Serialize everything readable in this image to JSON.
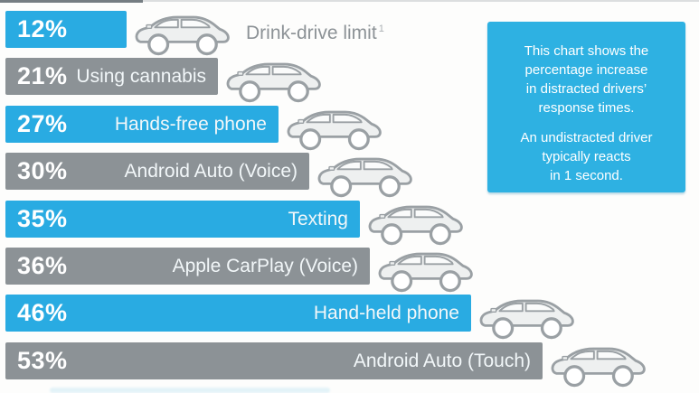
{
  "colors": {
    "blue_bar": "#29abe2",
    "gray_bar": "#8c9296",
    "info_box_bg": "#2eb1e2",
    "bar_text": "#ffffff",
    "outside_label_text": "#8c9296"
  },
  "chart_data": {
    "type": "bar",
    "orientation": "horizontal",
    "unit": "%",
    "categories": [
      "Drink-drive limit",
      "Using cannabis",
      "Hands-free phone",
      "Android Auto (Voice)",
      "Texting",
      "Apple CarPlay (Voice)",
      "Hand-held phone",
      "Android Auto (Touch)"
    ],
    "values": [
      12,
      21,
      27,
      30,
      35,
      36,
      46,
      53
    ],
    "value_labels": [
      "12%",
      "21%",
      "27%",
      "30%",
      "35%",
      "36%",
      "46%",
      "53%"
    ],
    "title": "",
    "xlabel": "",
    "ylabel": "",
    "legend": [],
    "grid": false,
    "annotation": "This chart shows the percentage increase in distracted drivers' response times. An undistracted driver typically reacts in 1 second."
  },
  "bars": [
    {
      "pct": "12%",
      "label": "Drink-drive limit",
      "footnote": "1",
      "value": 12,
      "color": "blue",
      "label_position": "outside"
    },
    {
      "pct": "21%",
      "label": "Using cannabis",
      "value": 21,
      "color": "gray",
      "label_position": "inside"
    },
    {
      "pct": "27%",
      "label": "Hands-free phone",
      "value": 27,
      "color": "blue",
      "label_position": "inside"
    },
    {
      "pct": "30%",
      "label": "Android Auto (Voice)",
      "value": 30,
      "color": "gray",
      "label_position": "inside"
    },
    {
      "pct": "35%",
      "label": "Texting",
      "value": 35,
      "color": "blue",
      "label_position": "inside"
    },
    {
      "pct": "36%",
      "label": "Apple CarPlay (Voice)",
      "value": 36,
      "color": "gray",
      "label_position": "inside"
    },
    {
      "pct": "46%",
      "label": "Hand-held phone",
      "value": 46,
      "color": "blue",
      "label_position": "inside"
    },
    {
      "pct": "53%",
      "label": "Android Auto (Touch)",
      "value": 53,
      "color": "gray",
      "label_position": "inside"
    }
  ],
  "info_box": {
    "paragraph1_lines": [
      "This chart shows the",
      "percentage increase",
      "in distracted drivers’",
      "response times."
    ],
    "paragraph2_lines": [
      "An undistracted driver",
      "typically reacts",
      "in 1 second."
    ]
  }
}
